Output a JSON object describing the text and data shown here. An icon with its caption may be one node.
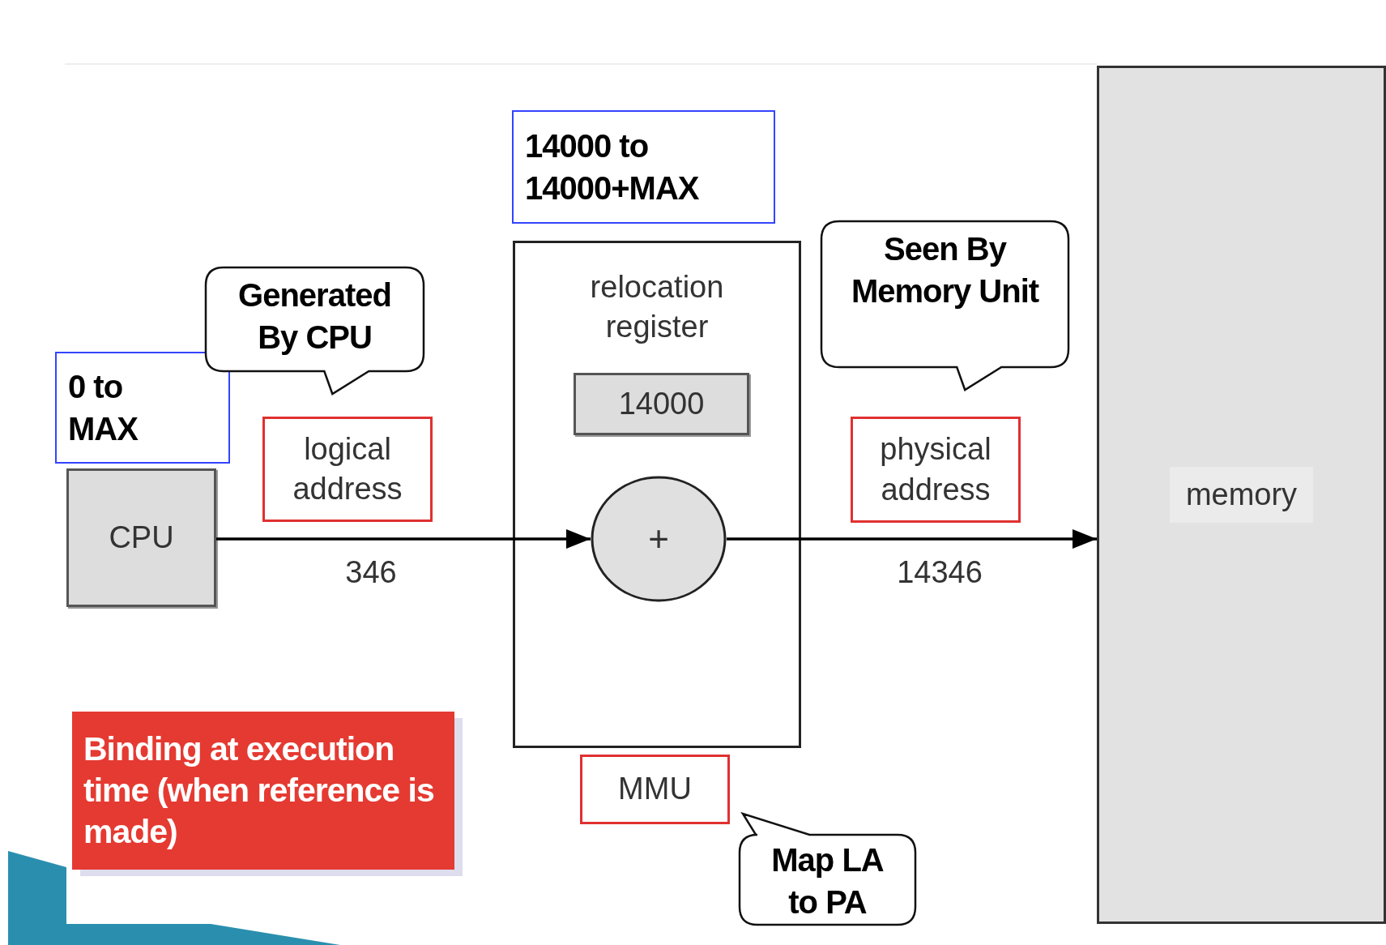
{
  "diagram": {
    "nodes": [
      {
        "text": [
          "0 to MAX"
        ]
      },
      {
        "text": [
          "Generated By CPU"
        ]
      },
      {
        "text": [
          "CPU"
        ]
      },
      {
        "text": [
          "logical address"
        ]
      },
      {
        "text": [
          "14000 to 14000+MAX"
        ]
      },
      {
        "text": [
          "relocation register"
        ]
      },
      {
        "text": [
          "14000"
        ],
        "in": 5
      },
      {
        "text": [
          "+"
        ],
        "in": 5
      },
      {
        "text": [
          "Seen By Memory Unit"
        ]
      },
      {
        "text": [
          "physical address"
        ]
      },
      {
        "text": [
          "memory"
        ]
      },
      {
        "text": [
          "Binding at execution time (when reference is made)"
        ]
      },
      {
        "text": [
          "MMU"
        ]
      },
      {
        "text": [
          "Map LA to PA"
        ]
      }
    ],
    "edges": [
      {
        "from": 2,
        "to": 7,
        "arrow": "to",
        "label": "346"
      },
      {
        "from": 7,
        "to": 10,
        "arrow": "to",
        "label": "14346"
      }
    ]
  }
}
